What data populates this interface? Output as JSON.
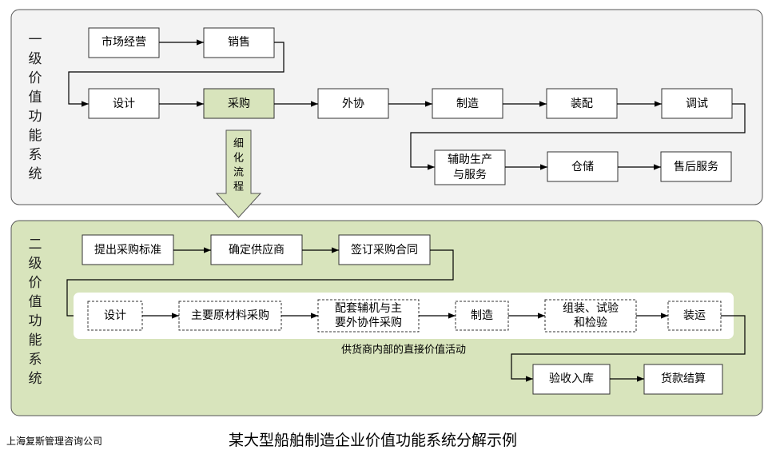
{
  "level1": {
    "title_chars": [
      "一",
      "级",
      "价",
      "值",
      "功",
      "能",
      "系",
      "统"
    ],
    "boxes": {
      "market": "市场经营",
      "sales": "销售",
      "design": "设计",
      "purchase": "采购",
      "outsource": "外协",
      "manufacture": "制造",
      "assembly": "装配",
      "debug": "调试",
      "aux_line1": "辅助生产",
      "aux_line2": "与服务",
      "storage": "仓储",
      "after_sales": "售后服务"
    }
  },
  "refine_arrow_chars": [
    "细",
    "化",
    "流",
    "程"
  ],
  "level2": {
    "title_chars": [
      "二",
      "级",
      "价",
      "值",
      "功",
      "能",
      "系",
      "统"
    ],
    "boxes": {
      "standard": "提出采购标准",
      "supplier": "确定供应商",
      "contract": "签订采购合同",
      "design": "设计",
      "raw_material": "主要原材料采购",
      "aux_line1": "配套辅机与主",
      "aux_line2": "要外协件采购",
      "manufacture": "制造",
      "assembly_line1": "组装、试验",
      "assembly_line2": "和检验",
      "shipping": "装运",
      "acceptance": "验收入库",
      "payment": "货款结算"
    },
    "band_caption": "供货商内部的直接价值活动"
  },
  "footer": {
    "company": "上海复斯管理咨询公司",
    "title": "某大型船舶制造企业价值功能系统分解示例"
  },
  "colors": {
    "panel1_fill": "#f3f3f3",
    "panel2_fill": "#d8e4bc",
    "highlight": "#d8e4bc"
  }
}
